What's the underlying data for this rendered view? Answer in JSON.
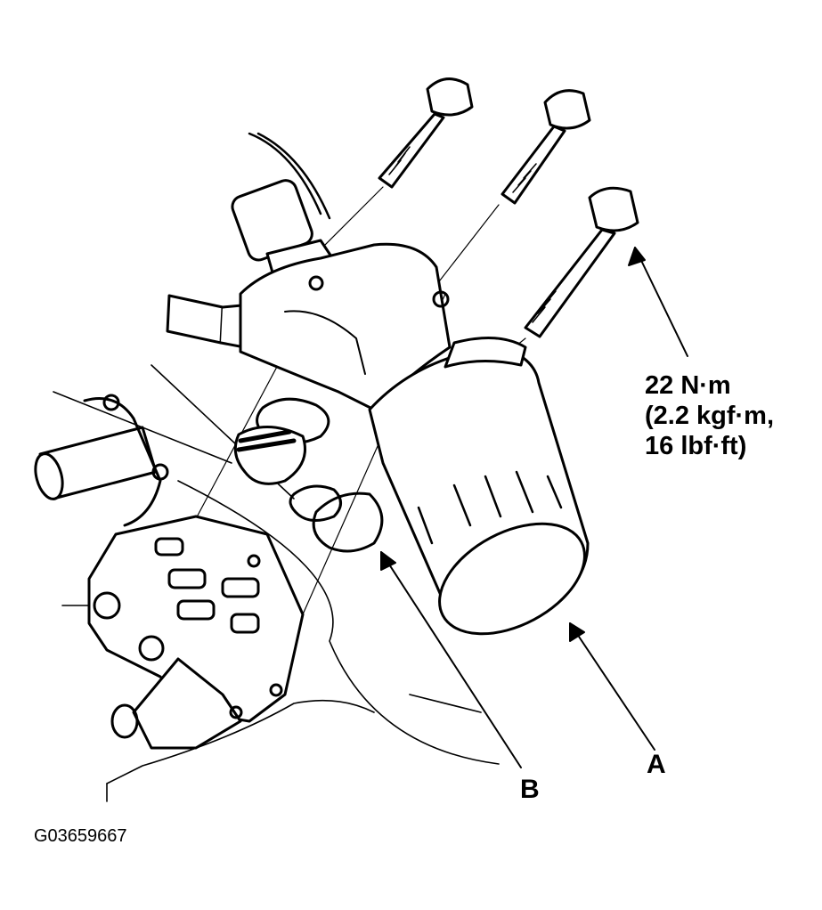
{
  "torque_spec": {
    "line1": "22 N·m",
    "line2": "(2.2 kgf·m,",
    "line3": "16 lbf·ft)"
  },
  "callouts": {
    "a": "A",
    "b": "B"
  },
  "figure_code": "G03659667",
  "colors": {
    "ink": "#000000",
    "paper": "#ffffff"
  }
}
